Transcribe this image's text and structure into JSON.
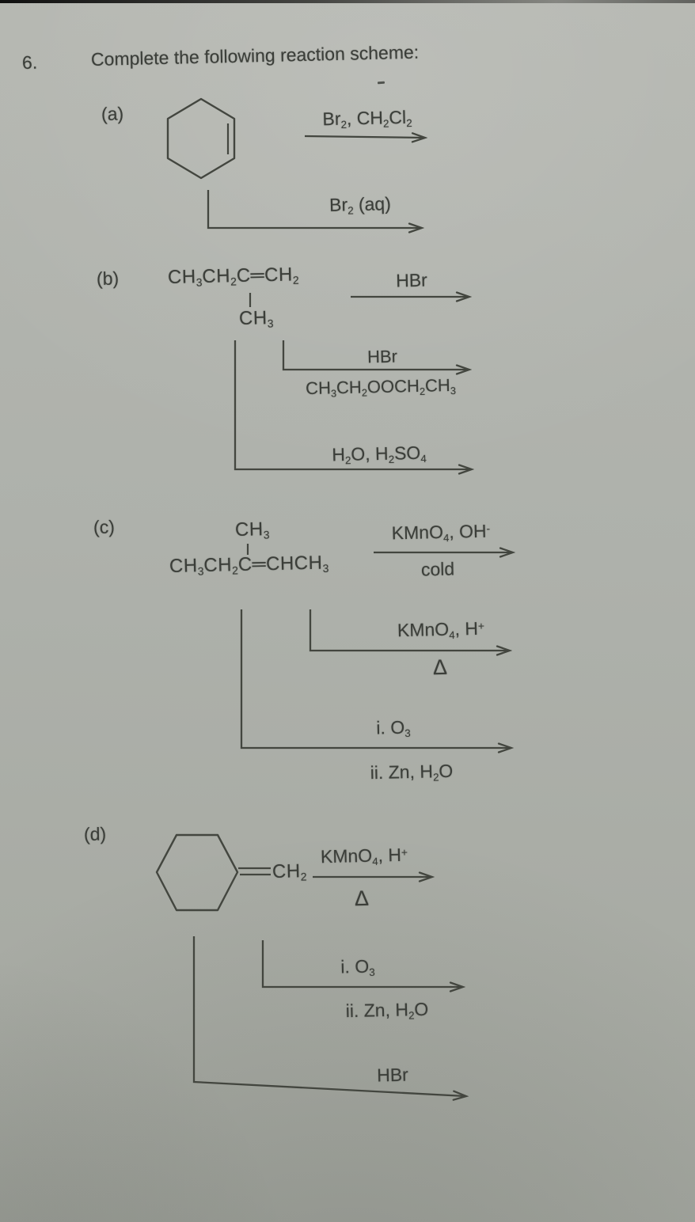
{
  "page": {
    "number": "6.",
    "title": "Complete the following reaction scheme:"
  },
  "colors": {
    "paper": "#aeb1ab",
    "ink": "#3b3e39"
  },
  "parts": {
    "a": {
      "label": "(a)",
      "molecule": "cyclohexene",
      "arrows": [
        {
          "top": "Br₂, CH₂Cl₂"
        },
        {
          "top": "Br₂ (aq)"
        }
      ]
    },
    "b": {
      "label": "(b)",
      "formula_main": "CH₃CH₂C═CH₂",
      "formula_branch": "CH₃",
      "arrows": [
        {
          "top": "HBr"
        },
        {
          "top": "HBr",
          "bottom": "CH₃CH₂OOCH₂CH₃"
        },
        {
          "top": "H₂O, H₂SO₄"
        }
      ]
    },
    "c": {
      "label": "(c)",
      "formula_branch": "CH₃",
      "formula_main": "CH₃CH₂C═CHCH₃",
      "arrows": [
        {
          "top": "KMnO₄, OH⁻",
          "bottom": "cold"
        },
        {
          "top": "KMnO₄, H⁺",
          "bottom": "Δ"
        },
        {
          "top": "i. O₃",
          "bottom": "ii. Zn, H₂O"
        }
      ]
    },
    "d": {
      "label": "(d)",
      "molecule": "methylenecyclohexane",
      "substituent": "CH₂",
      "arrows": [
        {
          "top": "KMnO₄, H⁺",
          "bottom": "Δ"
        },
        {
          "top": "i. O₃",
          "bottom": "ii. Zn, H₂O"
        },
        {
          "top": "HBr"
        }
      ]
    }
  }
}
